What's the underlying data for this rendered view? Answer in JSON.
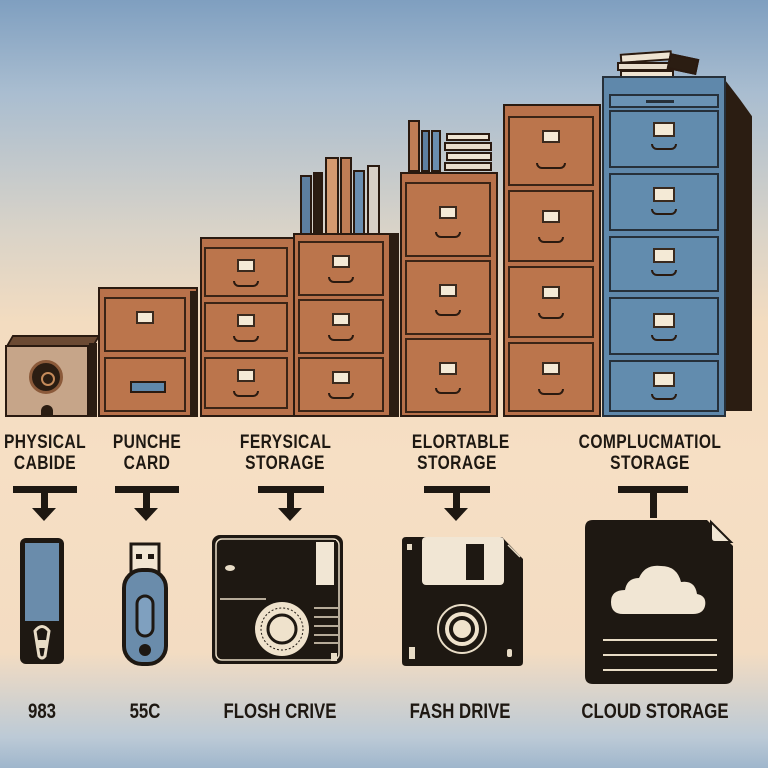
{
  "categories": [
    {
      "label_line1": "PHYSICAL",
      "label_line2": "CABIDE",
      "icon": "cartridge-icon",
      "bottom_label": "983"
    },
    {
      "label_line1": "PUNCHE",
      "label_line2": "CARD",
      "icon": "usb-drive-icon",
      "bottom_label": "55C"
    },
    {
      "label_line1": "FERYSICAL",
      "label_line2": "STORAGE",
      "icon": "disk-icon",
      "bottom_label": "FLOSH CRIVE"
    },
    {
      "label_line1": "ELORTABLE",
      "label_line2": "STORAGE",
      "icon": "floppy-disk-icon",
      "bottom_label": "FASH DRIVE"
    },
    {
      "label_line1": "COMPLUCMATIOL",
      "label_line2": "STORAGE",
      "icon": "cloud-document-icon",
      "bottom_label": "CLOUD STORAGE"
    }
  ],
  "colors": {
    "cabinet_brown": "#b8714a",
    "cabinet_blue": "#5f88ab",
    "ink": "#1e1812",
    "paper": "#f6dfc4",
    "sky": "#7f9fc0"
  }
}
